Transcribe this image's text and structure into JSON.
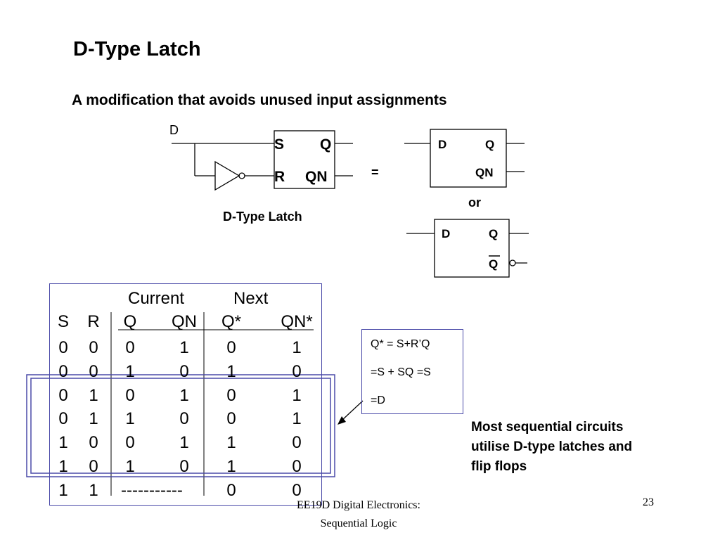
{
  "slide": {
    "title": "D-Type Latch",
    "subtitle": "A modification that avoids unused input assignments"
  },
  "circuit": {
    "input_label": "D",
    "sr_s": "S",
    "sr_r": "R",
    "sr_q": "Q",
    "sr_qn": "QN",
    "caption": "D-Type Latch",
    "equals": "=",
    "d1_d": "D",
    "d1_q": "Q",
    "d1_qn": "QN",
    "or": "or",
    "d2_d": "D",
    "d2_q": "Q",
    "d2_qbar": "Q"
  },
  "truth_table": {
    "group_current": "Current",
    "group_next": "Next",
    "columns": [
      "S",
      "R",
      "Q",
      "QN",
      "Q*",
      "QN*"
    ],
    "rows": [
      [
        "0",
        "0",
        "0",
        "1",
        "0",
        "1"
      ],
      [
        "0",
        "0",
        "1",
        "0",
        "1",
        "0"
      ],
      [
        "0",
        "1",
        "0",
        "1",
        "0",
        "1"
      ],
      [
        "0",
        "1",
        "1",
        "0",
        "0",
        "1"
      ],
      [
        "1",
        "0",
        "0",
        "1",
        "1",
        "0"
      ],
      [
        "1",
        "0",
        "1",
        "0",
        "1",
        "0"
      ],
      [
        "1",
        "1",
        "-----------",
        "",
        "0",
        "0"
      ]
    ]
  },
  "equations": [
    "Q* = S+R’Q",
    "=S + SQ =S",
    "=D"
  ],
  "note": [
    "Most sequential circuits",
    "utilise D-type latches and",
    "flip flops"
  ],
  "footer": {
    "course_line1": "EE19D Digital Electronics:",
    "course_line2": "Sequential Logic",
    "page": "23"
  },
  "colors": {
    "box_border": "#4a4aa8",
    "ink": "#000000"
  }
}
